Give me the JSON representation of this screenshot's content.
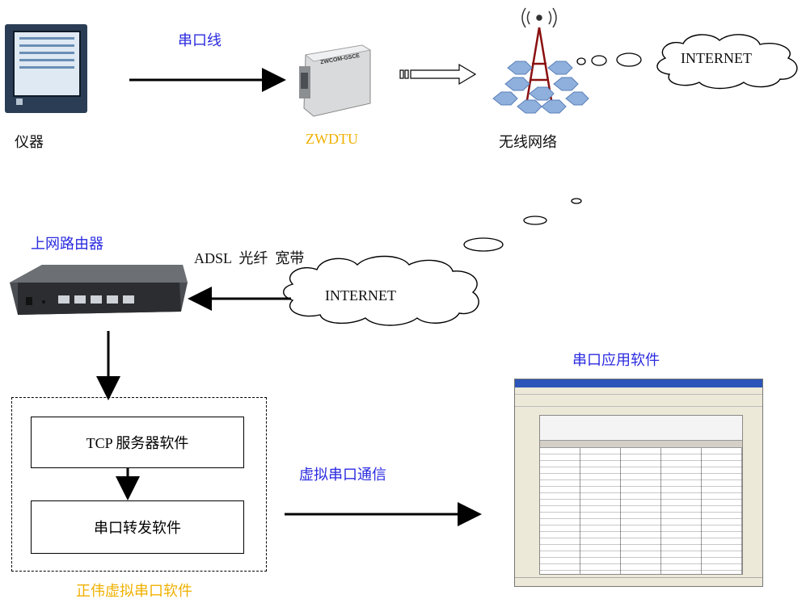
{
  "labels": {
    "serial_cable": "串口线",
    "instrument": "仪器",
    "zwdtu": "ZWDTU",
    "wireless_network": "无线网络",
    "internet_top": "INTERNET",
    "router": "上网路由器",
    "adsl": "ADSL  光纤  宽带",
    "internet_mid": "INTERNET",
    "serial_app": "串口应用软件",
    "tcp_server": "TCP 服务器软件",
    "serial_forward": "串口转发软件",
    "virtual_comm": "虚拟串口通信",
    "zhengwei_software": "正伟虚拟串口软件"
  },
  "device_text": {
    "zwdtu_face": "ZWCOM-GSCE"
  },
  "colors": {
    "blue": "#2a2ae0",
    "gold": "#f0b000",
    "black": "#000000"
  }
}
